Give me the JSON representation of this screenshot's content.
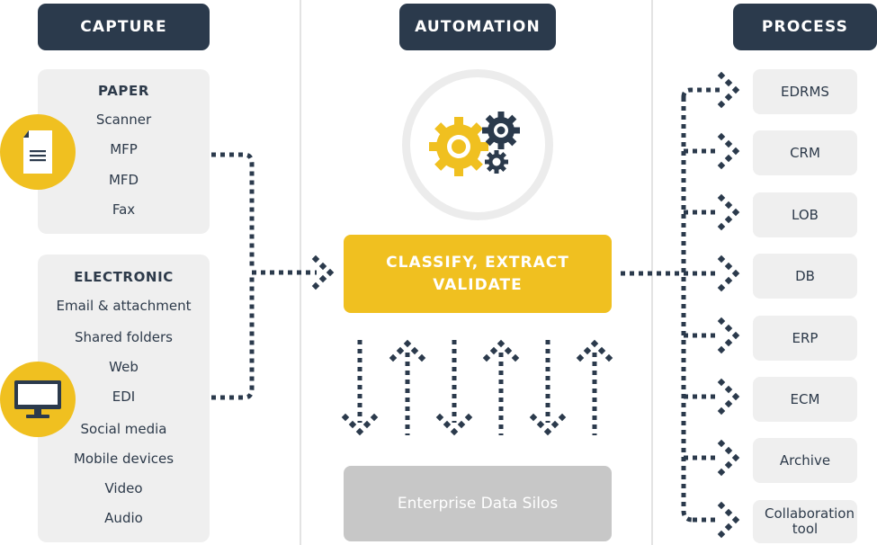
{
  "headers": {
    "capture": "CAPTURE",
    "automation": "AUTOMATION",
    "process": "PROCESS"
  },
  "paper": {
    "title": "PAPER",
    "items": [
      "Scanner",
      "MFP",
      "MFD",
      "Fax"
    ],
    "icon": "document-icon"
  },
  "electronic": {
    "title": "ELECTRONIC",
    "items": [
      "Email & attachment",
      "Shared folders",
      "Web",
      "EDI",
      "Social media",
      "Mobile devices",
      "Video",
      "Audio"
    ],
    "icon": "monitor-icon"
  },
  "automation": {
    "gears_icon": "gears-icon",
    "classify_line1": "CLASSIFY, EXTRACT",
    "classify_line2": "VALIDATE",
    "silos": "Enterprise Data Silos"
  },
  "process": {
    "targets": [
      "EDRMS",
      "CRM",
      "LOB",
      "DB",
      "ERP",
      "ECM",
      "Archive",
      "Collaboration tool"
    ]
  },
  "colors": {
    "navy": "#2b3a4c",
    "yellow": "#f0c020",
    "panel": "#efefef",
    "silos": "#c7c7c7"
  }
}
